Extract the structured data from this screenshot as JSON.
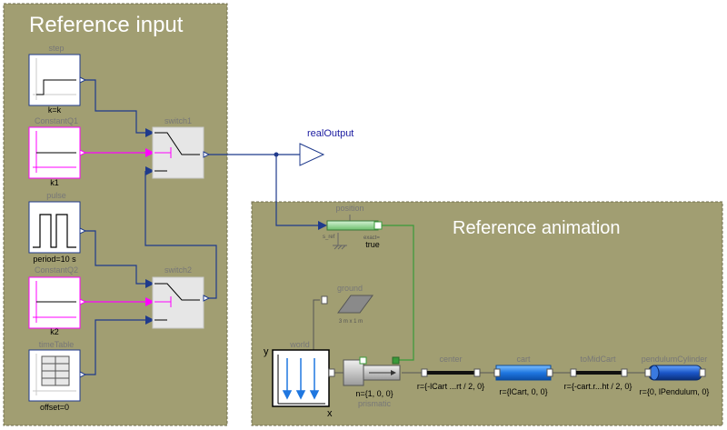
{
  "regions": {
    "input_title": "Reference input",
    "animation_title": "Reference animation"
  },
  "colors": {
    "panel_fill": "#a19e72",
    "panel_border": "#8a8860",
    "signal_line": "#1f3a8c",
    "real_line": "#0000ff",
    "boolean_line": "#ff00ff",
    "frame_line": "#3a9a3a",
    "body_blue": "#2a7fe0",
    "position_green": "#8ed68e"
  },
  "blocks": {
    "step": {
      "name": "step",
      "param": "k=k"
    },
    "constant_q1": {
      "name": "ConstantQ1",
      "param": "k1"
    },
    "pulse": {
      "name": "pulse",
      "param": "period=10 s"
    },
    "constant_q2": {
      "name": "ConstantQ2",
      "param": "k2"
    },
    "time_table": {
      "name": "timeTable",
      "param": "offset=0"
    },
    "switch1": {
      "name": "switch1"
    },
    "switch2": {
      "name": "switch2"
    },
    "real_output": {
      "name": "realOutput"
    },
    "position": {
      "name": "position",
      "exact_label": "exact=",
      "exact_value": "true",
      "sref_label": "s_ref"
    },
    "ground": {
      "name": "ground",
      "dims": "3 m x 1 m"
    },
    "world": {
      "name": "world",
      "axis_y": "y",
      "axis_x": "x"
    },
    "prismatic": {
      "name": "prismatic",
      "param": "n={1, 0, 0}"
    },
    "center": {
      "name": "center",
      "param": "r={-lCart ...rt / 2, 0}"
    },
    "cart": {
      "name": "cart",
      "param": "r={lCart, 0, 0}"
    },
    "to_mid_cart": {
      "name": "toMidCart",
      "param": "r={-cart.r...ht / 2, 0}"
    },
    "pendulum_cylinder": {
      "name": "pendulumCylinder",
      "param": "r={0, lPendulum, 0}"
    }
  }
}
